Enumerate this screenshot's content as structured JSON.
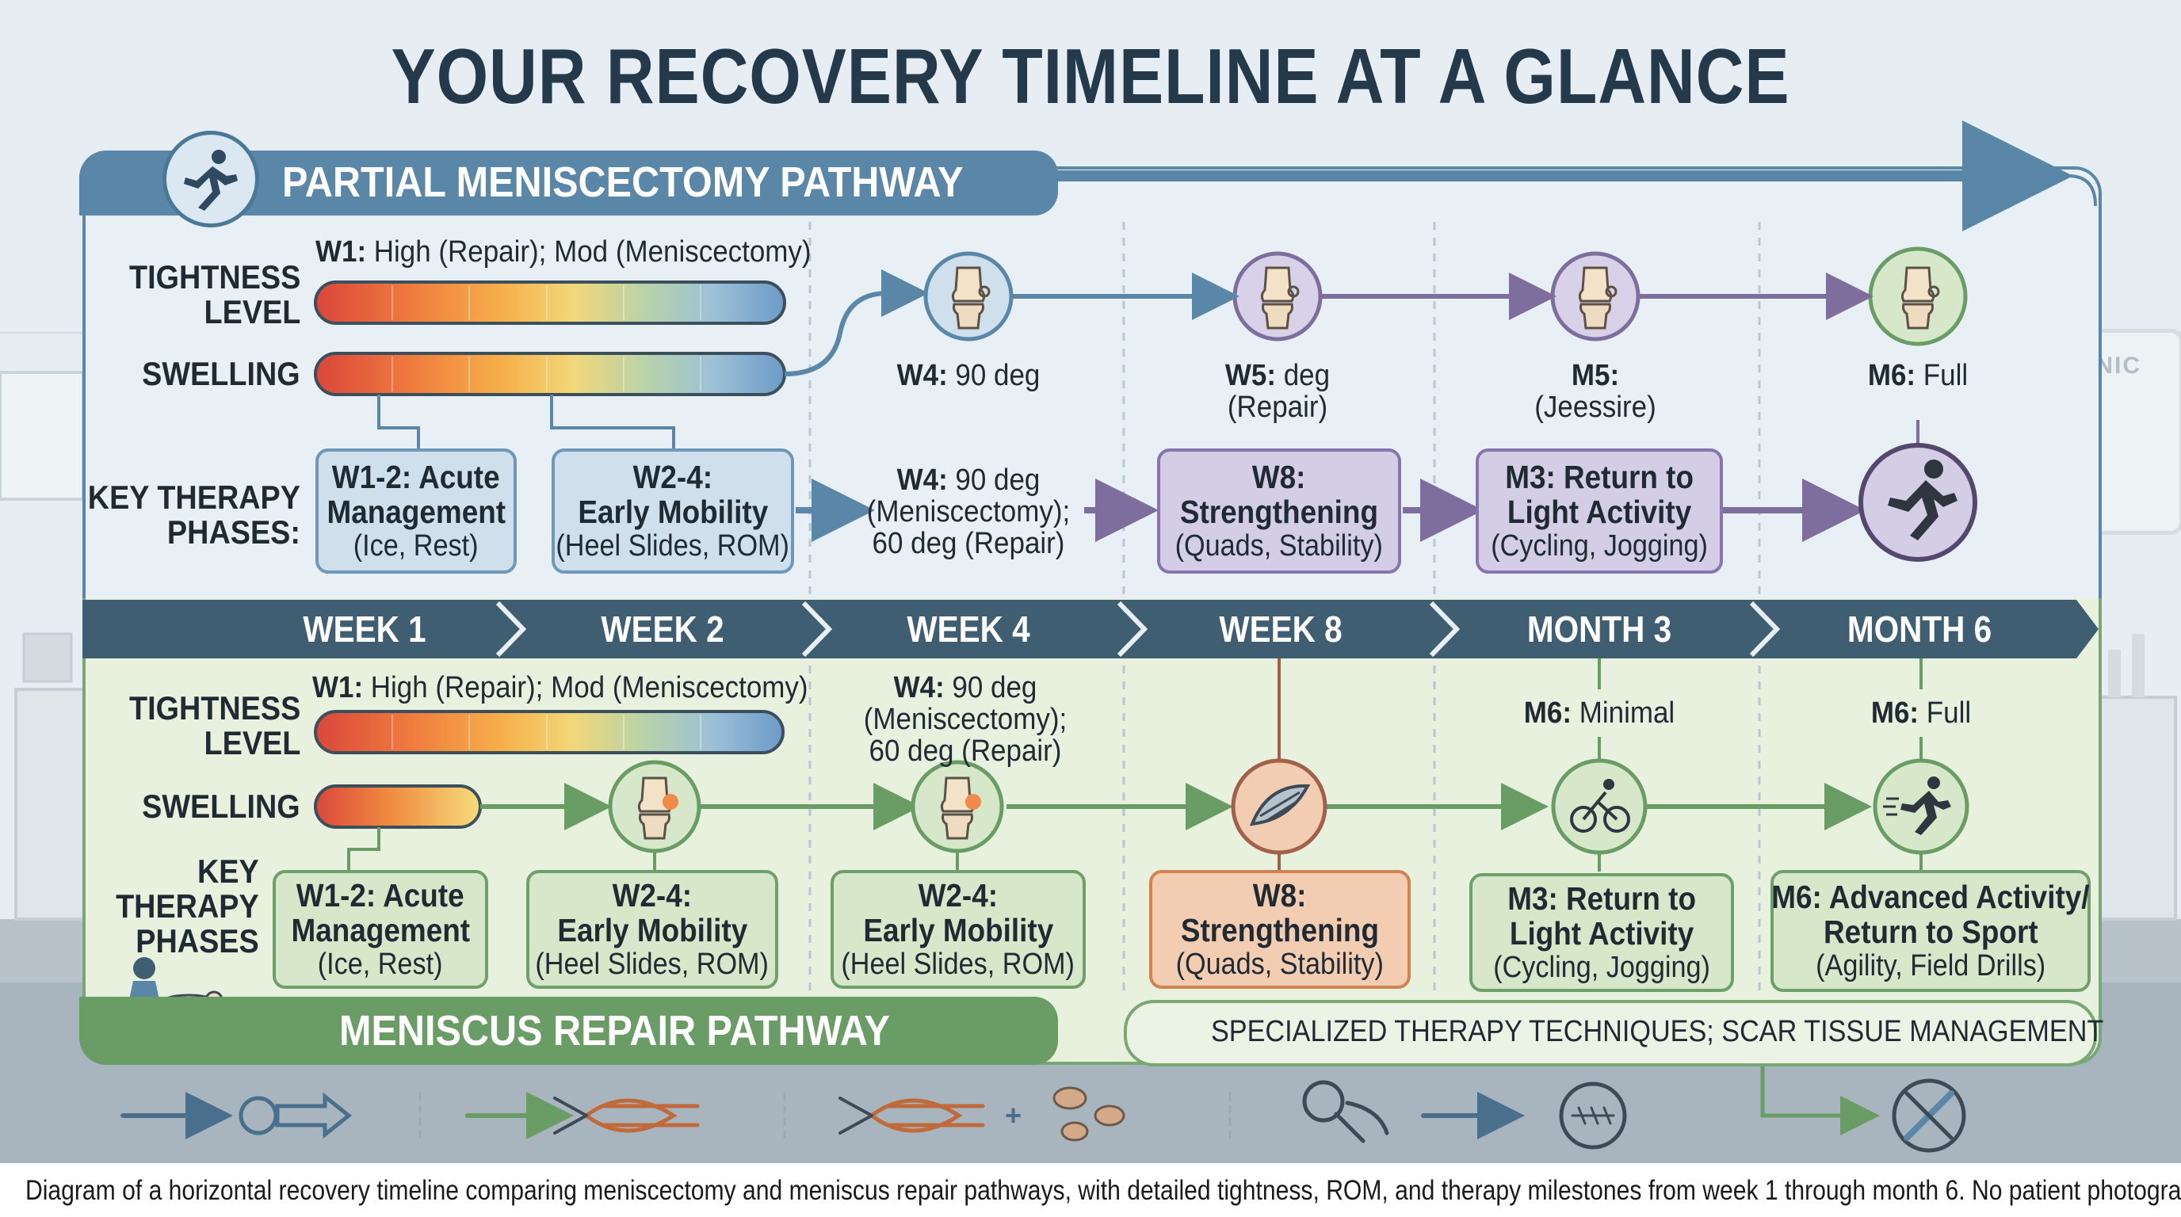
{
  "title": "YOUR RECOVERY TIMELINE AT A GLANCE",
  "top_pathway": {
    "banner": "PARTIAL MENISCECTOMY PATHWAY",
    "labels": {
      "tightness_line1": "TIGHTNESS",
      "tightness_line2": "LEVEL",
      "swelling": "SWELLING",
      "phases_line1": "KEY THERAPY",
      "phases_line2": "PHASES:"
    },
    "tightness_note": {
      "key": "W1:",
      "text": " High (Repair); Mod (Meniscectomy)"
    },
    "milestones": [
      {
        "key": "W4:",
        "text": " 90 deg"
      },
      {
        "key": "W5:",
        "text": " deg",
        "line2": "(Repair)"
      },
      {
        "key": "M5:",
        "text": "",
        "line2": "(Jeessire)"
      },
      {
        "key": "M6:",
        "text": " Full"
      }
    ],
    "rom_note": {
      "key": "W4:",
      "text": " 90 deg",
      "line2": "(Meniscectomy);",
      "line3": "60 deg (Repair)"
    },
    "phases": [
      {
        "title_line1": "W1-2: Acute",
        "title_line2": "Management",
        "detail": "(Ice, Rest)"
      },
      {
        "title_line1": "W2-4:",
        "title_line2": "Early Mobility",
        "detail": "(Heel Slides, ROM)"
      },
      {
        "title_line1": "W8:",
        "title_line2": "Strengthening",
        "detail": "(Quads, Stability)"
      },
      {
        "title_line1": "M3: Return to",
        "title_line2": "Light Activity",
        "detail": "(Cycling, Jogging)"
      }
    ]
  },
  "timeline": [
    "WEEK 1",
    "WEEK 2",
    "WEEK 4",
    "WEEK 8",
    "MONTH 3",
    "MONTH 6"
  ],
  "bottom_pathway": {
    "banner": "MENISCUS REPAIR PATHWAY",
    "labels": {
      "tightness_line1": "TIGHTNESS",
      "tightness_line2": "LEVEL",
      "swelling": "SWELLING",
      "phases_line1": "KEY",
      "phases_line2": "THERAPY",
      "phases_line3": "PHASES"
    },
    "tightness_note": {
      "key": "W1:",
      "text": " High (Repair); Mod (Meniscectomy)"
    },
    "rom_note": {
      "key": "W4:",
      "text": " 90 deg",
      "line2": "(Meniscectomy);",
      "line3": "60 deg (Repair)"
    },
    "m6_minimal": {
      "key": "M6:",
      "text": " Minimal"
    },
    "m6_full": {
      "key": "M6:",
      "text": " Full"
    },
    "phases": [
      {
        "title_line1": "W1-2: Acute",
        "title_line2": "Management",
        "detail": "(Ice, Rest)"
      },
      {
        "title_line1": "W2-4:",
        "title_line2": "Early Mobility",
        "detail": "(Heel Slides, ROM)"
      },
      {
        "title_line1": "W2-4:",
        "title_line2": "Early Mobility",
        "detail": "(Heel Slides, ROM)"
      },
      {
        "title_line1": "W8:",
        "title_line2": "Strengthening",
        "detail": "(Quads, Stability)"
      },
      {
        "title_line1": "M3: Return to",
        "title_line2": "Light Activity",
        "detail": "(Cycling, Jogging)"
      },
      {
        "title_line1": "M6: Advanced Activity/",
        "title_line2": "Return to Sport",
        "detail": "(Agility, Field Drills)"
      }
    ],
    "special": "SPECIALIZED THERAPY TECHNIQUES; SCAR TISSUE MANAGEMENT"
  },
  "clinic_sign": "CLINIC",
  "caption": "Diagram of a horizontal recovery timeline comparing meniscectomy and meniscus repair pathways, with detailed tightness, ROM, and therapy milestones from week 1 through month 6. No patient photography.",
  "icons": [
    "running-person-icon",
    "knee-joint-icon",
    "tissue-icon",
    "cyclist-icon",
    "sprinter-icon",
    "therapist-icon",
    "no-scar-icon"
  ],
  "colors": {
    "top_accent": "#5a86a8",
    "bottom_accent": "#6a9c66",
    "timeline_bar": "#3f5e72"
  }
}
